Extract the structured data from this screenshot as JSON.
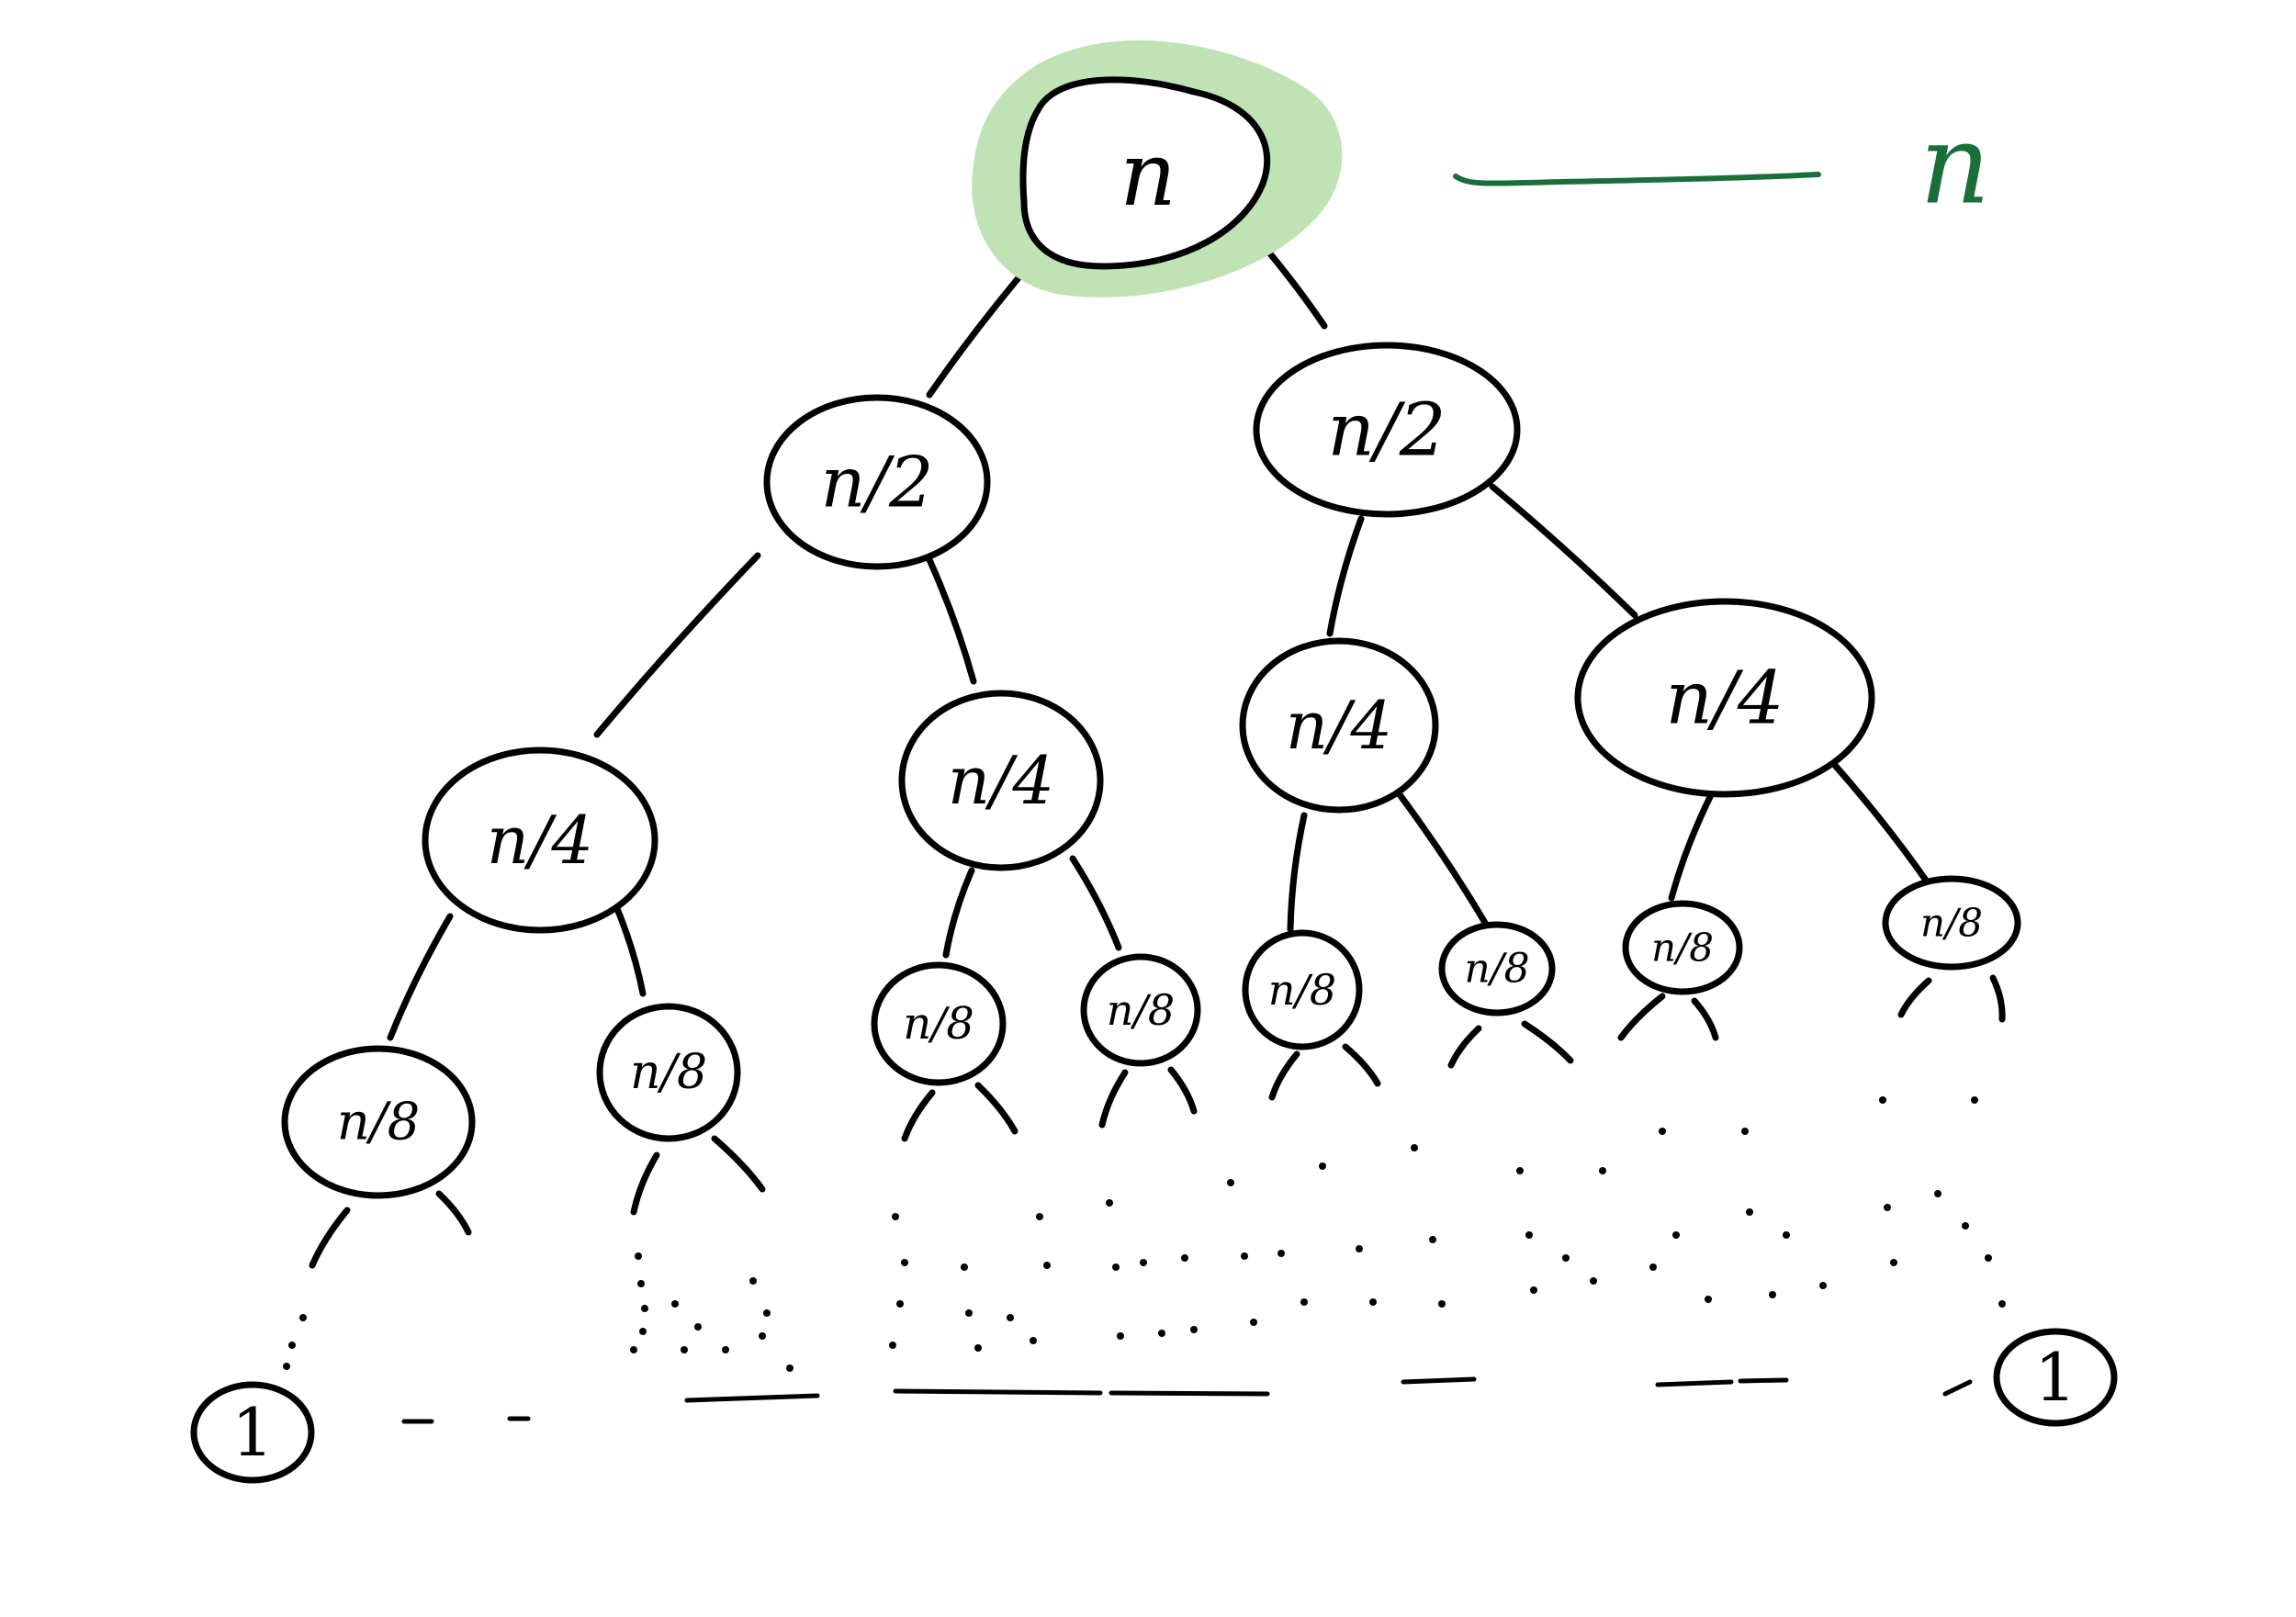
{
  "colors": {
    "ink": "#000000",
    "root_highlight": "#bfe3b4",
    "annotation": "#1a6e3a"
  },
  "root": {
    "label": "n"
  },
  "level_cost": {
    "label": "n"
  },
  "levels": {
    "half": "n/2",
    "quarter": "n/4",
    "eighth": "n/8"
  },
  "leaves": {
    "left": "1",
    "right": "1"
  }
}
